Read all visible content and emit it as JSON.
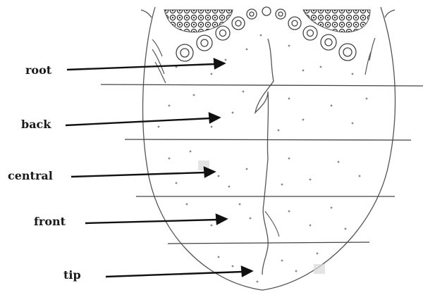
{
  "diagram": {
    "labels": {
      "root": "root",
      "back": "back",
      "central": "central",
      "front": "front",
      "tip": "tip"
    }
  }
}
